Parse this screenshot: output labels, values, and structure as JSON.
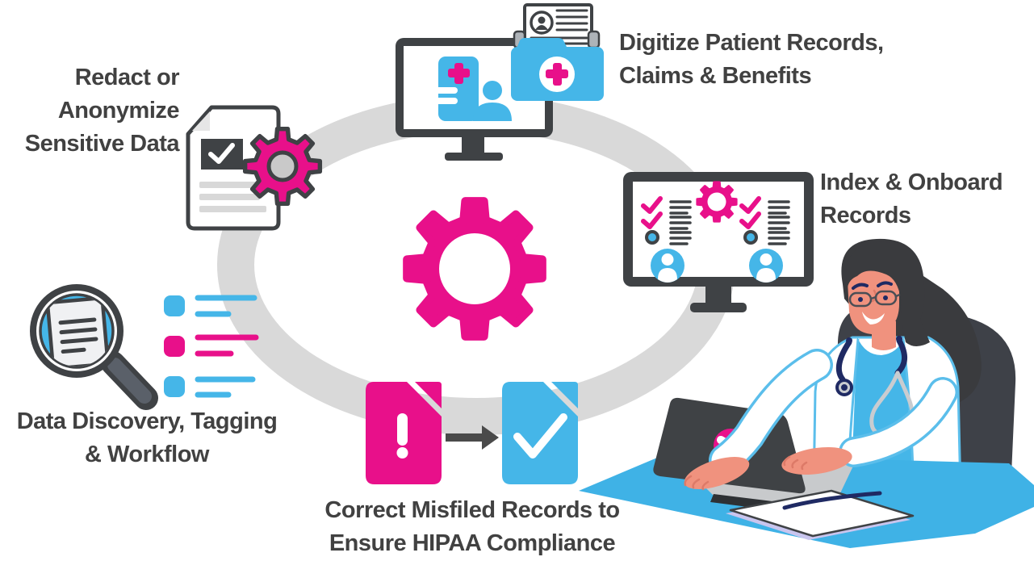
{
  "theme": {
    "pink": "#E8108A",
    "blue": "#45B6E8",
    "ink": "#3F4245",
    "text": "#414141",
    "ring": "#D9D9D9",
    "lgray": "#D8D8D8",
    "desk": "#3FB2E6",
    "chair": "#3E4148",
    "hair": "#3A3B3E",
    "skin": "#F0927E",
    "skinsh": "#DD7A68",
    "navy": "#1F2A63",
    "steth": "#C9CCD0",
    "coatline": "#5BBEEB"
  },
  "labels": {
    "redact": {
      "line1": "Redact or",
      "line2": "Anonymize",
      "line3": "Sensitive Data"
    },
    "digitize": {
      "line1": "Digitize Patient Records,",
      "line2": "Claims & Benefits"
    },
    "index": {
      "line1": "Index & Onboard",
      "line2": "Records"
    },
    "discovery": {
      "line1": "Data Discovery, Tagging",
      "line2": "& Workflow"
    },
    "correct": {
      "line1": "Correct Misfiled Records to",
      "line2": "Ensure HIPAA Compliance"
    }
  }
}
